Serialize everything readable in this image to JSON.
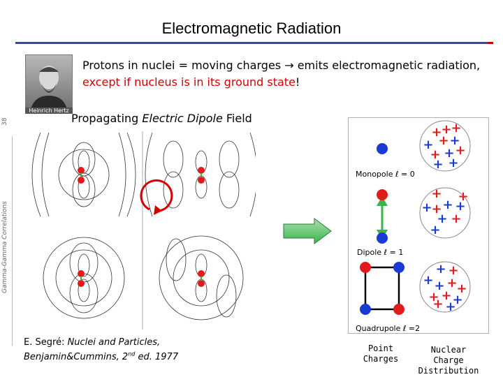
{
  "slide": {
    "title": "Electromagnetic Radiation",
    "portrait_caption": "Heinrich Hertz",
    "intro_text": "Protons in nuclei = moving charges ",
    "intro_arrow": "→",
    "intro_text2": " emits electromagnetic radiation, ",
    "intro_red": "except if nucleus is in its ground state",
    "intro_end": "!",
    "subtitle_pre": "Propagating ",
    "subtitle_ital": "Electric Dipole",
    "subtitle_post": " Field",
    "page_number": "38",
    "side_label": "Gamma-Gamma Correlations",
    "citation_author": "E. Segré: ",
    "citation_title": "Nuclei and Particles,",
    "citation_line2": "Benjamin&Cummins, 2",
    "citation_sup": "nd",
    "citation_end": " ed. 1977"
  },
  "multipoles": {
    "monopole": "Monopole ℓ = 0",
    "dipole": "Dipole ℓ = 1",
    "quadrupole": "Quadrupole ℓ =2",
    "point_charges": "Point Charges",
    "distribution": "Nuclear Charge Distribution"
  },
  "colors": {
    "red": "#e31a1a",
    "blue": "#1a3ad6",
    "green": "#3ab54a",
    "accent": "#3a4a8c"
  },
  "icons": [
    "portrait-image",
    "field-lines-diagram",
    "rotation-arrow-icon",
    "right-arrow-icon"
  ]
}
